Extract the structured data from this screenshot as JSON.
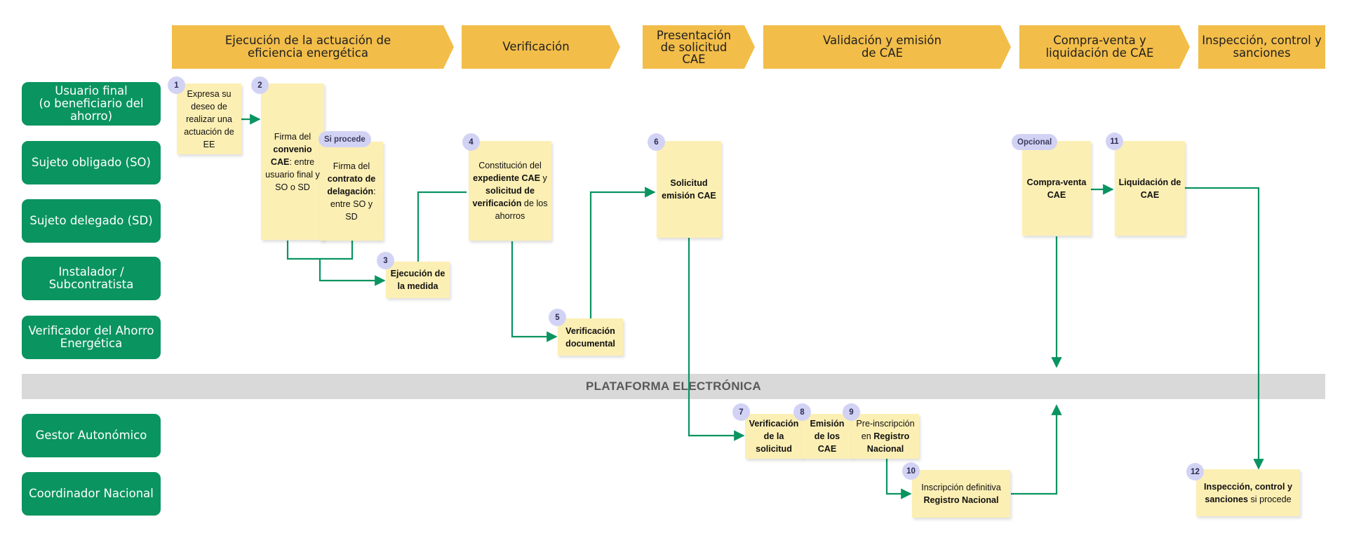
{
  "phases": [
    {
      "label": "Ejecución de la actuación de\neficiencia energética"
    },
    {
      "label": "Verificación"
    },
    {
      "label": "Presentación\nde solicitud\nCAE"
    },
    {
      "label": "Validación y emisión\nde CAE"
    },
    {
      "label": "Compra-venta y\nliquidación de CAE"
    },
    {
      "label": "Inspección, control y\nsanciones"
    }
  ],
  "lanes": [
    {
      "label": "Usuario final\n(o beneficiario del\nahorro)"
    },
    {
      "label": "Sujeto obligado (SO)"
    },
    {
      "label": "Sujeto delegado (SD)"
    },
    {
      "label": "Instalador /\nSubcontratista"
    },
    {
      "label": "Verificador del Ahorro\nEnergética"
    },
    {
      "label": "Gestor Autonómico"
    },
    {
      "label": "Coordinador Nacional"
    }
  ],
  "platform": {
    "label": "PLATAFORMA ELECTRÓNICA"
  },
  "steps": [
    {
      "num": "1",
      "parts": [
        {
          "t": "Expresa su deseo de realizar una actuación de EE",
          "b": false
        }
      ]
    },
    {
      "num": "2",
      "parts": [
        {
          "t": "Firma del ",
          "b": false
        },
        {
          "t": "convenio CAE",
          "b": true
        },
        {
          "t": ": entre usuario final y SO o SD",
          "b": false
        }
      ]
    },
    {
      "num": "",
      "parts": [
        {
          "t": "Firma del ",
          "b": false
        },
        {
          "t": "contrato de delagación",
          "b": true
        },
        {
          "t": ": entre SO y SD",
          "b": false
        }
      ]
    },
    {
      "num": "3",
      "parts": [
        {
          "t": "Ejecución de la medida",
          "b": true
        }
      ]
    },
    {
      "num": "4",
      "parts": [
        {
          "t": "Constitución del ",
          "b": false
        },
        {
          "t": "expediente CAE",
          "b": true
        },
        {
          "t": " y ",
          "b": false
        },
        {
          "t": "solicitud de verificación",
          "b": true
        },
        {
          "t": " de los ahorros",
          "b": false
        }
      ]
    },
    {
      "num": "5",
      "parts": [
        {
          "t": "Verificación documental",
          "b": true
        }
      ]
    },
    {
      "num": "6",
      "parts": [
        {
          "t": "Solicitud emisión CAE",
          "b": true
        }
      ]
    },
    {
      "num": "7",
      "parts": [
        {
          "t": "Verificación de la solicitud",
          "b": true
        }
      ]
    },
    {
      "num": "8",
      "parts": [
        {
          "t": "Emisión de los CAE",
          "b": true
        }
      ]
    },
    {
      "num": "9",
      "parts": [
        {
          "t": "Pre-inscripción en ",
          "b": false
        },
        {
          "t": "Registro Nacional",
          "b": true
        }
      ]
    },
    {
      "num": "10",
      "parts": [
        {
          "t": "Inscripción definitiva ",
          "b": false
        },
        {
          "t": "Registro Nacional",
          "b": true
        }
      ]
    },
    {
      "num": "",
      "parts": [
        {
          "t": "Compra-venta CAE",
          "b": true
        }
      ]
    },
    {
      "num": "11",
      "parts": [
        {
          "t": "Liquidación de CAE",
          "b": true
        }
      ]
    },
    {
      "num": "12",
      "parts": [
        {
          "t": "Inspección, control y sanciones",
          "b": true
        },
        {
          "t": " si procede",
          "b": false
        }
      ]
    }
  ],
  "tags": {
    "si_procede": "Si procede",
    "opcional": "Opcional"
  },
  "colors": {
    "phase": "#f2bd49",
    "lane": "#0a9460",
    "note": "#fcefb4",
    "badge": "#d2d3f4",
    "platform": "#d9d9d9",
    "arrow": "#0a9460"
  }
}
